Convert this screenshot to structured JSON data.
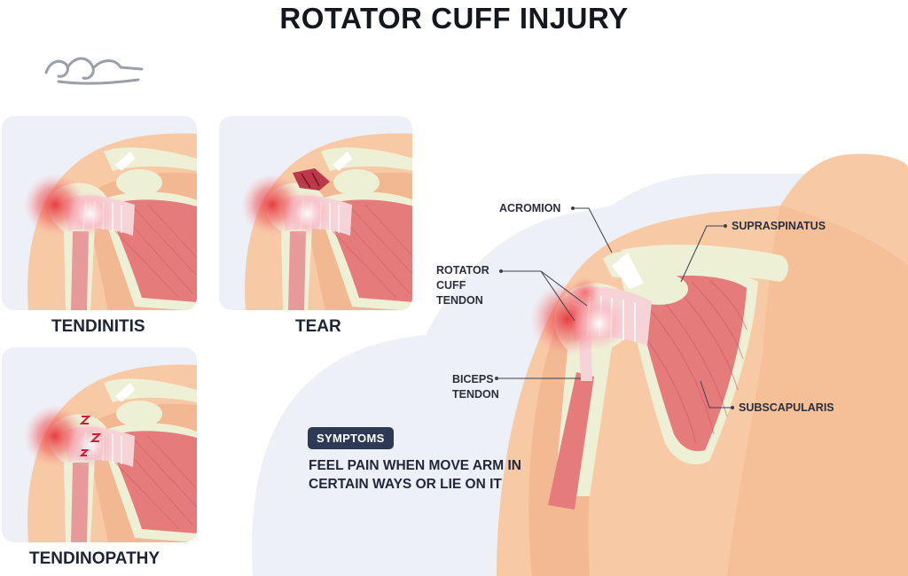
{
  "title": "ROTATOR CUFF INJURY",
  "watermark": {
    "text": "هفتم",
    "icon": "calligraphy-logo"
  },
  "panels": [
    {
      "id": "tendinitis",
      "label": "TENDINITIS"
    },
    {
      "id": "tear",
      "label": "TEAR"
    },
    {
      "id": "tendinopathy",
      "label": "TENDINOPATHY"
    }
  ],
  "anatomy": {
    "acromion": "ACROMION",
    "rotator_cuff_tendon": "ROTATOR CUFF TENDON",
    "biceps_tendon": "BICEPS TENDON",
    "supraspinatus": "SUPRASPINATUS",
    "subscapularis": "SUBSCAPULARIS"
  },
  "symptoms": {
    "badge": "SYMPTOMS",
    "text": "FEEL PAIN WHEN MOVE ARM IN CERTAIN WAYS OR LIE ON IT"
  },
  "colors": {
    "skin": "#f7c9a5",
    "bone": "#eef0d5",
    "muscle": "#e57b7b",
    "pain": "#e8343a",
    "background_panel": "#eef0f7",
    "badge": "#2e3a55"
  }
}
